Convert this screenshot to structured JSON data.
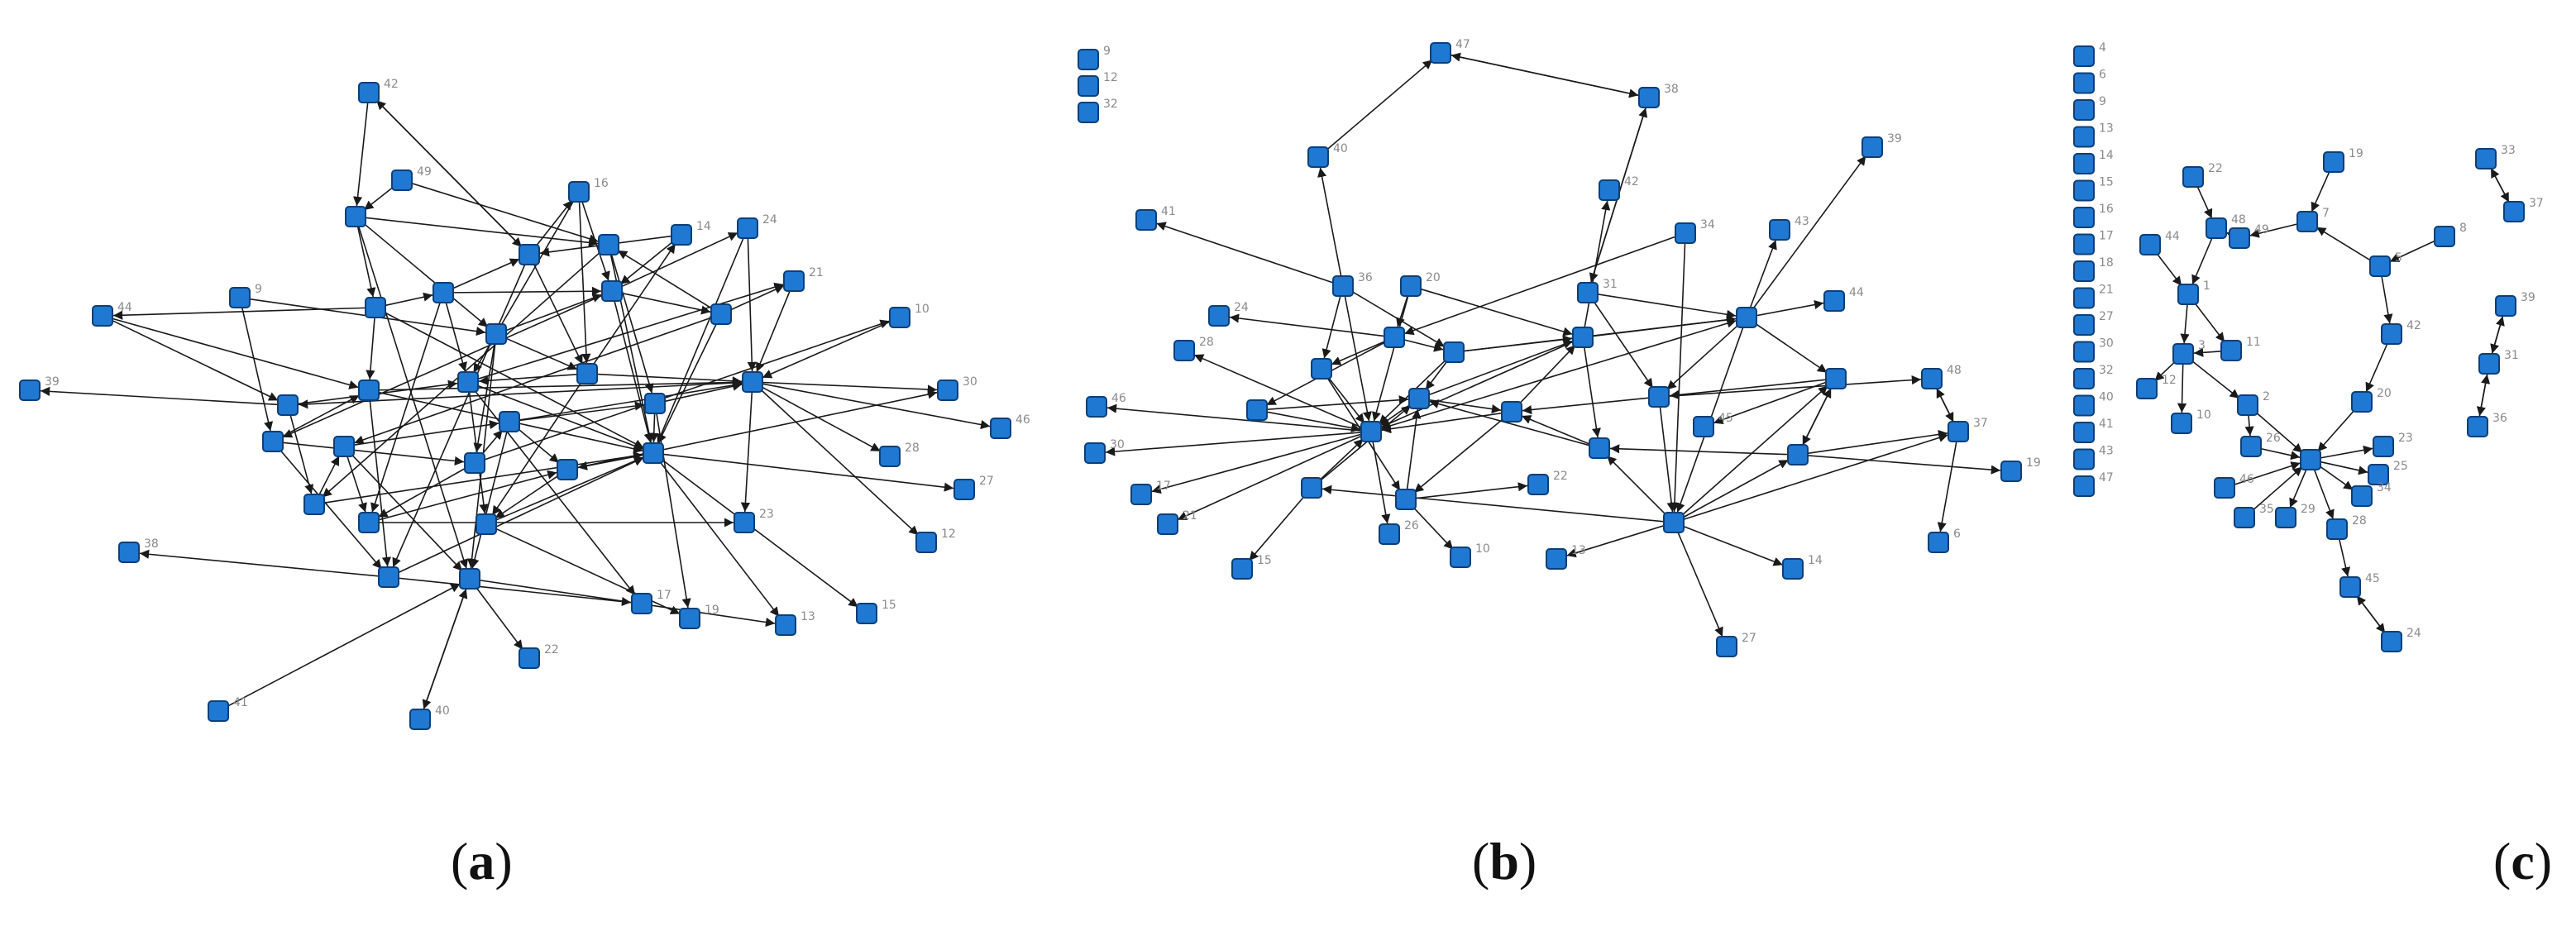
{
  "colors": {
    "node_fill": "#1f78d1",
    "node_stroke": "#0d3f78",
    "edge": "#1a1a1a",
    "label": "#8a8a8a"
  },
  "captions": [
    {
      "open": "(",
      "letter": "a",
      "close": ")"
    },
    {
      "open": "(",
      "letter": "b",
      "close": ")"
    },
    {
      "open": "(",
      "letter": "c",
      "close": ")"
    }
  ],
  "panels": [
    {
      "id": "a",
      "nodes": [
        {
          "id": "42",
          "label": "42"
        },
        {
          "id": "49",
          "label": "49"
        },
        {
          "id": "16",
          "label": "16"
        },
        {
          "id": "14",
          "label": "14"
        },
        {
          "id": "24",
          "label": "24"
        },
        {
          "id": "21",
          "label": "21"
        },
        {
          "id": "10",
          "label": "10"
        },
        {
          "id": "44",
          "label": "44"
        },
        {
          "id": "9",
          "label": "9"
        },
        {
          "id": "39",
          "label": "39"
        },
        {
          "id": "30",
          "label": "30"
        },
        {
          "id": "46",
          "label": "46"
        },
        {
          "id": "28",
          "label": "28"
        },
        {
          "id": "27",
          "label": "27"
        },
        {
          "id": "12",
          "label": "12"
        },
        {
          "id": "23",
          "label": "23"
        },
        {
          "id": "15",
          "label": "15"
        },
        {
          "id": "13",
          "label": "13"
        },
        {
          "id": "19",
          "label": "19"
        },
        {
          "id": "17",
          "label": "17"
        },
        {
          "id": "38",
          "label": "38"
        },
        {
          "id": "22",
          "label": "22"
        },
        {
          "id": "41",
          "label": "41"
        },
        {
          "id": "40",
          "label": "40"
        },
        {
          "id": "a1",
          "label": ""
        },
        {
          "id": "a2",
          "label": ""
        },
        {
          "id": "a3",
          "label": ""
        },
        {
          "id": "a4",
          "label": ""
        },
        {
          "id": "a5",
          "label": ""
        },
        {
          "id": "a6",
          "label": ""
        },
        {
          "id": "a7",
          "label": ""
        },
        {
          "id": "a8",
          "label": ""
        },
        {
          "id": "a9",
          "label": ""
        },
        {
          "id": "a10",
          "label": ""
        },
        {
          "id": "a11",
          "label": ""
        },
        {
          "id": "a12",
          "label": ""
        },
        {
          "id": "a13",
          "label": ""
        },
        {
          "id": "a14",
          "label": ""
        },
        {
          "id": "a15",
          "label": ""
        },
        {
          "id": "a16",
          "label": ""
        },
        {
          "id": "a17",
          "label": ""
        },
        {
          "id": "a18",
          "label": ""
        },
        {
          "id": "a19",
          "label": ""
        },
        {
          "id": "a20",
          "label": ""
        },
        {
          "id": "a21",
          "label": ""
        },
        {
          "id": "a22",
          "label": ""
        },
        {
          "id": "a23",
          "label": ""
        },
        {
          "id": "a24",
          "label": ""
        },
        {
          "id": "a25",
          "label": ""
        }
      ]
    },
    {
      "id": "b",
      "nodes": [
        {
          "id": "9",
          "label": "9"
        },
        {
          "id": "12",
          "label": "12"
        },
        {
          "id": "32",
          "label": "32"
        },
        {
          "id": "47",
          "label": "47"
        },
        {
          "id": "38",
          "label": "38"
        },
        {
          "id": "40",
          "label": "40"
        },
        {
          "id": "39",
          "label": "39"
        },
        {
          "id": "41",
          "label": "41"
        },
        {
          "id": "42",
          "label": "42"
        },
        {
          "id": "34",
          "label": "34"
        },
        {
          "id": "43",
          "label": "43"
        },
        {
          "id": "36",
          "label": "36"
        },
        {
          "id": "20",
          "label": "20"
        },
        {
          "id": "31",
          "label": "31"
        },
        {
          "id": "44",
          "label": "44"
        },
        {
          "id": "24",
          "label": "24"
        },
        {
          "id": "28",
          "label": "28"
        },
        {
          "id": "48",
          "label": "48"
        },
        {
          "id": "46",
          "label": "46"
        },
        {
          "id": "37",
          "label": "37"
        },
        {
          "id": "30",
          "label": "30"
        },
        {
          "id": "45",
          "label": "45"
        },
        {
          "id": "17",
          "label": "17"
        },
        {
          "id": "22",
          "label": "22"
        },
        {
          "id": "21",
          "label": "21"
        },
        {
          "id": "26",
          "label": "26"
        },
        {
          "id": "19",
          "label": "19"
        },
        {
          "id": "15",
          "label": "15"
        },
        {
          "id": "10",
          "label": "10"
        },
        {
          "id": "13",
          "label": "13"
        },
        {
          "id": "14",
          "label": "14"
        },
        {
          "id": "6",
          "label": "6"
        },
        {
          "id": "27",
          "label": "27"
        },
        {
          "id": "b1",
          "label": ""
        },
        {
          "id": "b2",
          "label": ""
        },
        {
          "id": "b3",
          "label": ""
        },
        {
          "id": "b4",
          "label": ""
        },
        {
          "id": "b5",
          "label": ""
        },
        {
          "id": "b6",
          "label": ""
        },
        {
          "id": "b7",
          "label": ""
        },
        {
          "id": "b8",
          "label": ""
        },
        {
          "id": "b9",
          "label": ""
        },
        {
          "id": "b10",
          "label": ""
        },
        {
          "id": "b11",
          "label": ""
        },
        {
          "id": "b12",
          "label": ""
        },
        {
          "id": "b13",
          "label": ""
        },
        {
          "id": "b14",
          "label": ""
        },
        {
          "id": "b15",
          "label": ""
        },
        {
          "id": "b16",
          "label": ""
        }
      ]
    },
    {
      "id": "c",
      "isolated": [
        "4",
        "6",
        "9",
        "13",
        "14",
        "15",
        "16",
        "17",
        "18",
        "21",
        "27",
        "30",
        "32",
        "40",
        "41",
        "43",
        "47"
      ],
      "nodes": [
        {
          "id": "19",
          "label": "19"
        },
        {
          "id": "22",
          "label": "22"
        },
        {
          "id": "48",
          "label": "48"
        },
        {
          "id": "49",
          "label": "49"
        },
        {
          "id": "7",
          "label": "7"
        },
        {
          "id": "8",
          "label": "8"
        },
        {
          "id": "44",
          "label": "44"
        },
        {
          "id": "1",
          "label": "1"
        },
        {
          "id": "5",
          "label": "5"
        },
        {
          "id": "3",
          "label": "3"
        },
        {
          "id": "11",
          "label": "11"
        },
        {
          "id": "42",
          "label": "42"
        },
        {
          "id": "12",
          "label": "12"
        },
        {
          "id": "10",
          "label": "10"
        },
        {
          "id": "2",
          "label": "2"
        },
        {
          "id": "20",
          "label": "20"
        },
        {
          "id": "26",
          "label": "26"
        },
        {
          "id": "hub",
          "label": ""
        },
        {
          "id": "23",
          "label": "23"
        },
        {
          "id": "25",
          "label": "25"
        },
        {
          "id": "34",
          "label": "34"
        },
        {
          "id": "46",
          "label": "46"
        },
        {
          "id": "29",
          "label": "29"
        },
        {
          "id": "35",
          "label": "35"
        },
        {
          "id": "28",
          "label": "28"
        },
        {
          "id": "45",
          "label": "45"
        },
        {
          "id": "24",
          "label": "24"
        },
        {
          "id": "33",
          "label": "33"
        },
        {
          "id": "37",
          "label": "37"
        },
        {
          "id": "39",
          "label": "39"
        },
        {
          "id": "31",
          "label": "31"
        },
        {
          "id": "36",
          "label": "36"
        }
      ]
    }
  ]
}
